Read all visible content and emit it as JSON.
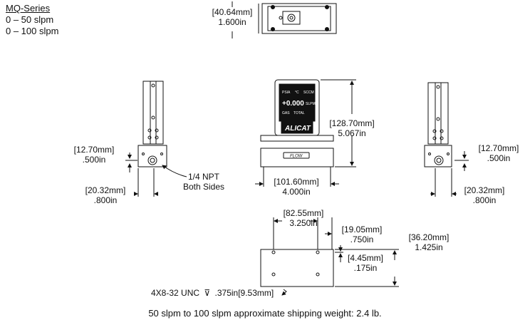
{
  "series": {
    "title": "MQ-Series",
    "ranges": [
      "0 – 50 slpm",
      "0 – 100 slpm"
    ]
  },
  "dims": {
    "top_height": {
      "mm": "[40.64mm]",
      "in": "1.600in"
    },
    "height": {
      "mm": "[128.70mm]",
      "in": "5.067in"
    },
    "width": {
      "mm": "[101.60mm]",
      "in": "4.000in"
    },
    "left_port_height": {
      "mm": "[12.70mm]",
      "in": ".500in"
    },
    "left_base_width": {
      "mm": "[20.32mm]",
      "in": ".800in"
    },
    "right_port_height": {
      "mm": "[12.70mm]",
      "in": ".500in"
    },
    "right_base_width": {
      "mm": "[20.32mm]",
      "in": ".800in"
    },
    "base_hole_span": {
      "mm": "[82.55mm]",
      "in": "3.250in"
    },
    "base_hole_offset": {
      "mm": "[19.05mm]",
      "in": ".750in"
    },
    "base_depth": {
      "mm": "[36.20mm]",
      "in": "1.425in"
    },
    "base_hole_edge": {
      "mm": "[4.45mm]",
      "in": ".175in"
    }
  },
  "notes": {
    "npt": "1/4 NPT",
    "npt_sides": "Both Sides",
    "mount_thread": "4X8-32 UNC",
    "depth_symbol": "⊽",
    "mount_depth": ".375in[9.53mm]"
  },
  "display": {
    "reading": "+0.000",
    "brand": "ALICAT",
    "flow": "FLOW",
    "top_labels": [
      "PSIA",
      "°C",
      "SCCM"
    ],
    "mid_labels": [
      "SLPM"
    ],
    "bottom_labels": [
      "GAS",
      "TOTAL"
    ]
  },
  "footer": "50 slpm to 100 slpm approximate shipping weight: 2.4 lb."
}
